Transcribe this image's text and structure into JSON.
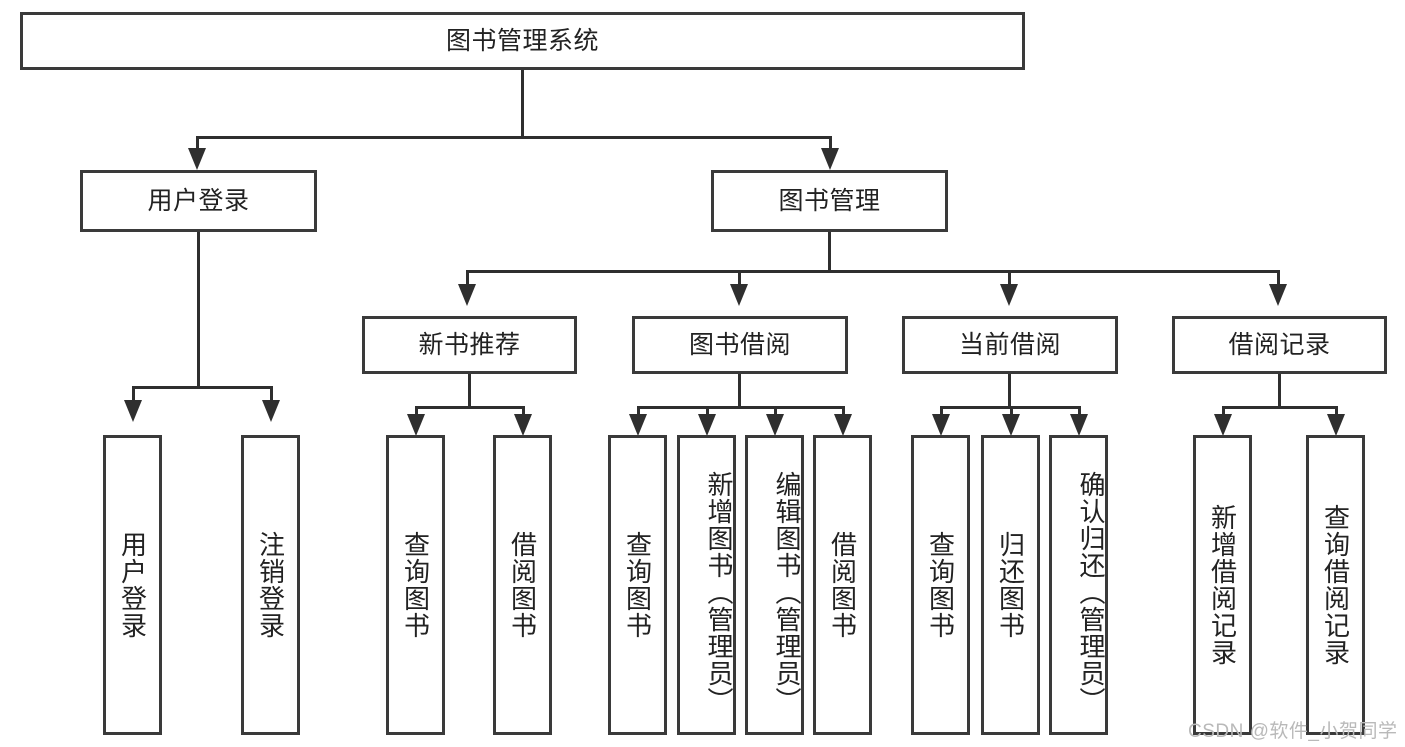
{
  "diagram": {
    "title": "图书管理系统",
    "type": "tree-hierarchy-diagram",
    "colors": {
      "box_border": "#3a3a3a",
      "edge": "#2f2f2f",
      "text": "#222222",
      "background": "#ffffff",
      "watermark": "#b9b9b9"
    },
    "root": {
      "label": "图书管理系统"
    },
    "level2": [
      {
        "label": "用户登录"
      },
      {
        "label": "图书管理"
      }
    ],
    "level3": [
      {
        "label": "新书推荐"
      },
      {
        "label": "图书借阅"
      },
      {
        "label": "当前借阅"
      },
      {
        "label": "借阅记录"
      }
    ],
    "leaves": {
      "user_login": [
        {
          "label": "用户登录"
        },
        {
          "label": "注销登录"
        }
      ],
      "new_book_recommend": [
        {
          "label": "查询图书"
        },
        {
          "label": "借阅图书"
        }
      ],
      "book_borrow": [
        {
          "label": "查询图书"
        },
        {
          "label": "新增图书（管理员）"
        },
        {
          "label": "编辑图书（管理员）"
        },
        {
          "label": "借阅图书"
        }
      ],
      "current_borrow": [
        {
          "label": "查询图书"
        },
        {
          "label": "归还图书"
        },
        {
          "label": "确认归还（管理员）"
        }
      ],
      "borrow_record": [
        {
          "label": "新增借阅记录"
        },
        {
          "label": "查询借阅记录"
        }
      ]
    },
    "watermark": "CSDN @软件_小贺同学"
  }
}
